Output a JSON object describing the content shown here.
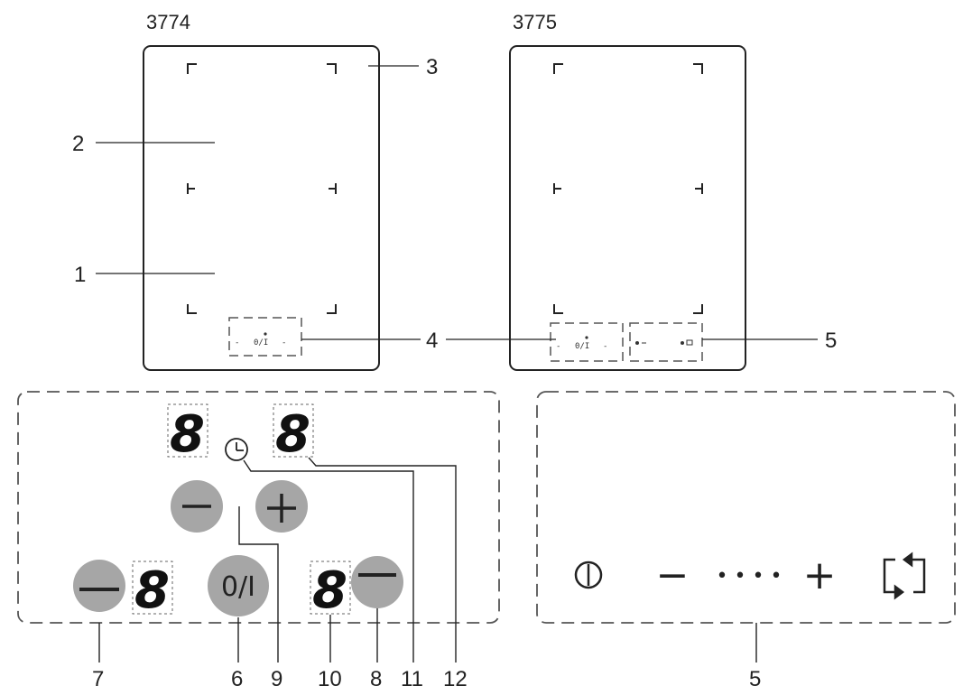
{
  "hobs": {
    "left_model": "3774",
    "right_model": "3775"
  },
  "callouts": {
    "c1": "1",
    "c2": "2",
    "c3": "3",
    "c4": "4",
    "c5_top": "5",
    "c5_bottom": "5",
    "c6": "6",
    "c7": "7",
    "c8": "8",
    "c9": "9",
    "c10": "10",
    "c11": "11",
    "c12": "12"
  },
  "panel_left": {
    "digit": "8",
    "power_button_label": "0/I",
    "timer_icon": "clock-icon",
    "minus_icon": "minus-icon",
    "plus_icon": "plus-icon"
  },
  "panel_right": {
    "power_icon": "power-icon",
    "minus_symbol": "−",
    "plus_symbol": "+",
    "slider_dots": "• • • •",
    "bridge_icon": "bridge-icon"
  },
  "colors": {
    "button_fill": "#a6a6a6",
    "outline": "#222222",
    "dashed": "#555555"
  }
}
